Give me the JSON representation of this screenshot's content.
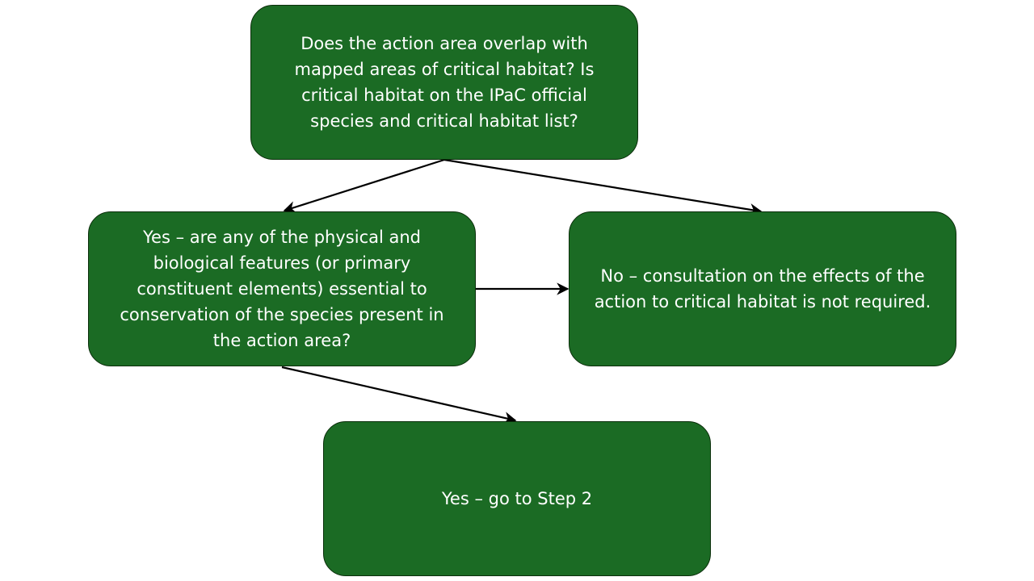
{
  "colors": {
    "box_fill": "#1b6b24",
    "box_border": "#0b2e0b",
    "text": "#ffffff",
    "arrow": "#000000"
  },
  "boxes": {
    "question": {
      "text": "Does the action area overlap with mapped areas of critical habitat? Is critical habitat on the IPaC official species and critical habitat list?"
    },
    "yes_features": {
      "text": "Yes – are any of the physical and biological features (or primary constituent elements) essential to conservation of the species present in the action area?"
    },
    "no": {
      "text": "No – consultation on the effects of the action to critical habitat is not required."
    },
    "step2": {
      "text": "Yes – go to Step 2"
    }
  },
  "connections": [
    {
      "from": "question",
      "to": "yes_features"
    },
    {
      "from": "question",
      "to": "no"
    },
    {
      "from": "yes_features",
      "to": "no"
    },
    {
      "from": "yes_features",
      "to": "step2"
    }
  ]
}
